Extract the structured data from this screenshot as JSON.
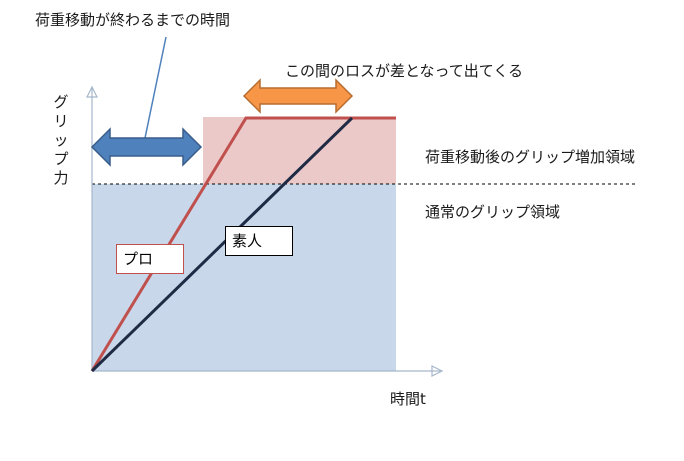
{
  "labels": {
    "top_annotation": "荷重移動が終わるまでの時間",
    "loss_annotation": "この間のロスが差となって出てくる",
    "enhanced_region": "荷重移動後のグリップ増加領域",
    "normal_region": "通常のグリップ領域",
    "y_axis": [
      "グ",
      "リ",
      "ッ",
      "プ",
      "力"
    ],
    "x_axis": "時間t",
    "pro": "プロ",
    "amateur": "素人"
  },
  "colors": {
    "normal_region": "#c9d7ea",
    "enhanced_region": "#ecc9c9",
    "pro_line": "#c0504d",
    "amateur_line": "#1f2a44",
    "blue_arrow": "#4f81bd",
    "orange_arrow": "#f79646",
    "axis": "#a6b7cc"
  },
  "icons": [
    "double-arrow-blue-icon",
    "double-arrow-orange-icon"
  ]
}
